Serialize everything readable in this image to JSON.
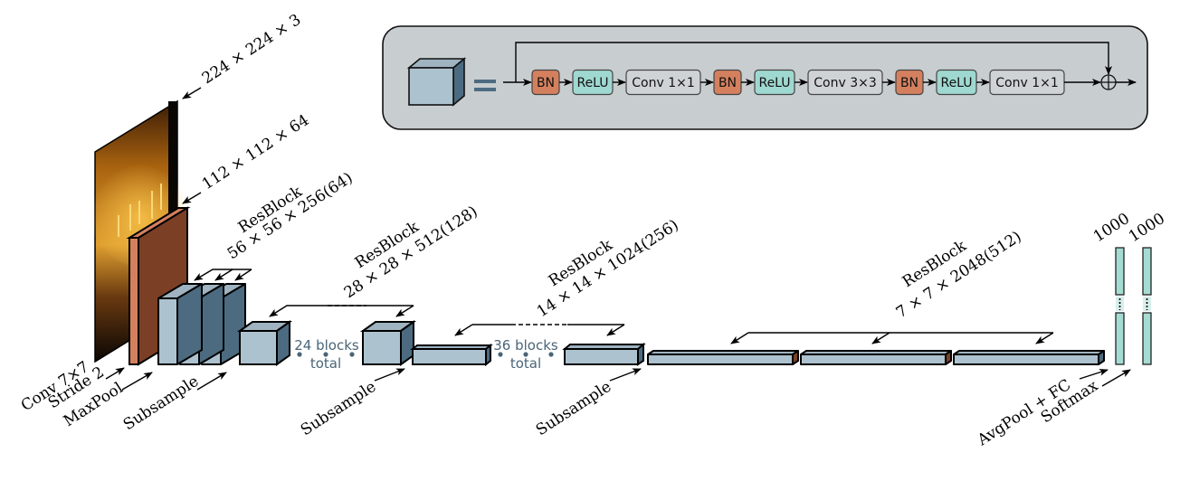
{
  "colors": {
    "block_front": "#adc2cf",
    "block_top": "#9fb3c0",
    "block_side": "#4c6b80",
    "conv_front": "#d4805e",
    "conv_side": "#7b3f26",
    "bn": "#d4805e",
    "relu": "#9fd8d0",
    "conv_box": "#cfd3d5",
    "legend_bg": "#c8cdcf",
    "fc_bar": "#a4dcd4",
    "blocks_text": "#4a6578"
  },
  "legend": {
    "equals_symbol": "=",
    "ops": [
      {
        "label": "BN",
        "type": "bn"
      },
      {
        "label": "ReLU",
        "type": "relu"
      },
      {
        "label": "Conv 1×1",
        "type": "conv"
      },
      {
        "label": "BN",
        "type": "bn"
      },
      {
        "label": "ReLU",
        "type": "relu"
      },
      {
        "label": "Conv 3×3",
        "type": "conv"
      },
      {
        "label": "BN",
        "type": "bn"
      },
      {
        "label": "ReLU",
        "type": "relu"
      },
      {
        "label": "Conv 1×1",
        "type": "conv"
      }
    ],
    "sum_symbol": "⊕"
  },
  "stages": {
    "input": {
      "dims": "224 × 224 × 3",
      "op": "Conv 7×7",
      "op2": "Stride 2"
    },
    "conv1": {
      "dims": "112 × 112 × 64",
      "op": "MaxPool"
    },
    "stage1": {
      "title": "ResBlock",
      "dims": "56 × 56 × 256(64)",
      "op": "Subsample"
    },
    "stage2": {
      "title": "ResBlock",
      "dims": "28 × 28 × 512(128)",
      "blocks_count": "24 blocks",
      "blocks_total": "total",
      "op": "Subsample"
    },
    "stage3": {
      "title": "ResBlock",
      "dims": "14 × 14 × 1024(256)",
      "blocks_count": "36 blocks",
      "blocks_total": "total",
      "op": "Subsample"
    },
    "stage4": {
      "title": "ResBlock",
      "dims": "7 × 7 × 2048(512)"
    },
    "fc": {
      "dims": "1000",
      "op": "AvgPool + FC"
    },
    "softmax": {
      "dims": "1000",
      "op": "Softmax"
    }
  }
}
